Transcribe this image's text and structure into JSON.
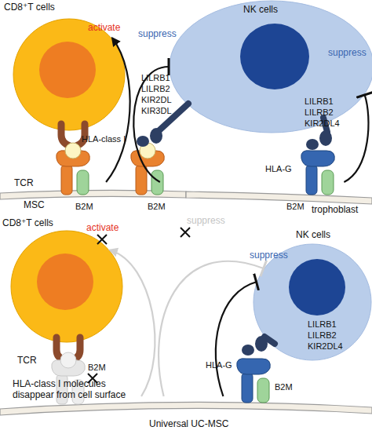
{
  "diagram": {
    "nodes": [
      {
        "text": [
          "CD8⁺T cells"
        ]
      },
      {
        "text": [
          "NK cells"
        ]
      },
      {
        "text": [
          "MSC"
        ]
      },
      {
        "text": [
          "trophoblast"
        ]
      },
      {
        "text": [
          "CD8⁺T cells"
        ]
      },
      {
        "text": [
          "NK cells"
        ]
      },
      {
        "text": [
          "Universal UC-MSC"
        ]
      }
    ],
    "edges": [
      {
        "from": 2,
        "to": 0,
        "arrow": "to",
        "label": "activate"
      },
      {
        "from": 2,
        "to": 1,
        "arrow": "to",
        "label": "suppress"
      },
      {
        "from": 3,
        "to": 1,
        "arrow": "to",
        "label": "suppress"
      },
      {
        "from": 6,
        "to": 4,
        "arrow": "to",
        "label": "activate"
      },
      {
        "from": 6,
        "to": 5,
        "arrow": "to",
        "label": "suppress"
      },
      {
        "from": 6,
        "to": 5,
        "arrow": "to",
        "label": "suppress"
      }
    ],
    "labels": [
      "LILRB1",
      "LILRB2",
      "KIR2DL",
      "KIR3DL",
      "LILRB1",
      "LILRB2",
      "KIR2DL4",
      "TCR",
      "HLA-class I",
      "B2M",
      "B2M",
      "HLA-G",
      "B2M",
      "LILRB1",
      "LILRB2",
      "KIR2DL4",
      "TCR",
      "B2M",
      "HLA-class I molecules disappear from cell surface",
      "HLA-G",
      "B2M"
    ]
  }
}
